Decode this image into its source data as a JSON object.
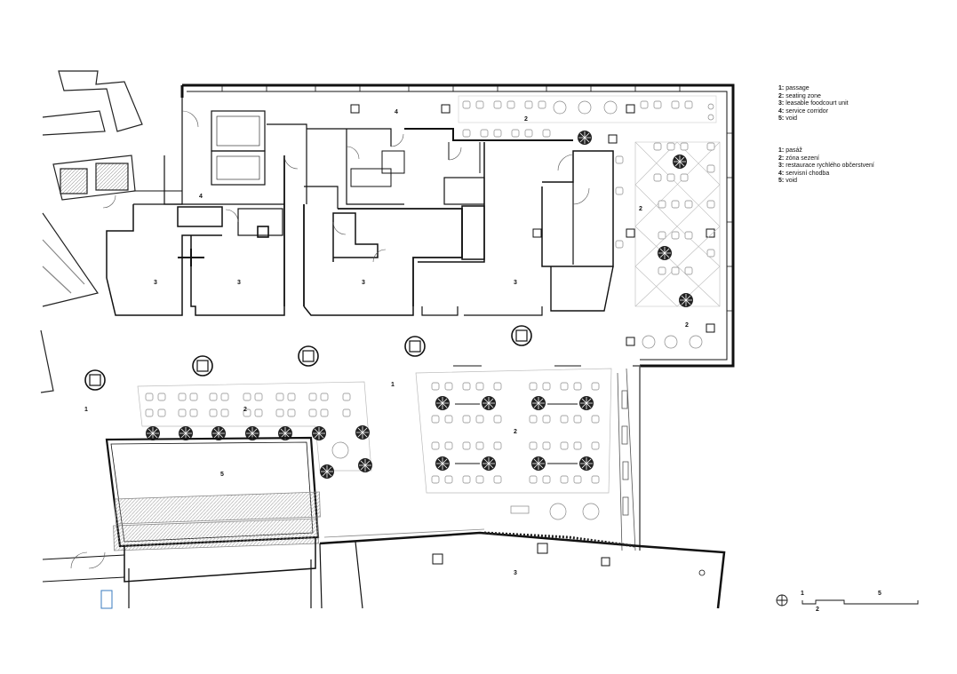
{
  "legend_en": [
    {
      "num": "1:",
      "text": "passage"
    },
    {
      "num": "2:",
      "text": "seating zone"
    },
    {
      "num": "3:",
      "text": "leasable foodcourt unit"
    },
    {
      "num": "4:",
      "text": "service corridor"
    },
    {
      "num": "5:",
      "text": "void"
    }
  ],
  "legend_cz": [
    {
      "num": "1:",
      "text": "pasáž"
    },
    {
      "num": "2:",
      "text": "zóna sezení"
    },
    {
      "num": "3:",
      "text": "restaurace rychlého občerstvení"
    },
    {
      "num": "4:",
      "text": "servisní chodba"
    },
    {
      "num": "5:",
      "text": "void"
    }
  ],
  "zone_labels": {
    "z4_top": "4",
    "z2_top": "2",
    "z4_left": "4",
    "z3_a": "3",
    "z3_b": "3",
    "z3_c": "3",
    "z3_d": "3",
    "z2_right": "2",
    "z2_right_bottom": "2",
    "z1_center": "1",
    "z1_left": "1",
    "z2_left_seating": "2",
    "z2_center_seating": "2",
    "z5_void": "5",
    "z3_bottom": "3"
  },
  "scale_bar": {
    "labels": [
      "1",
      "2",
      "5"
    ]
  },
  "icons": {
    "north": "north-arrow-icon"
  }
}
